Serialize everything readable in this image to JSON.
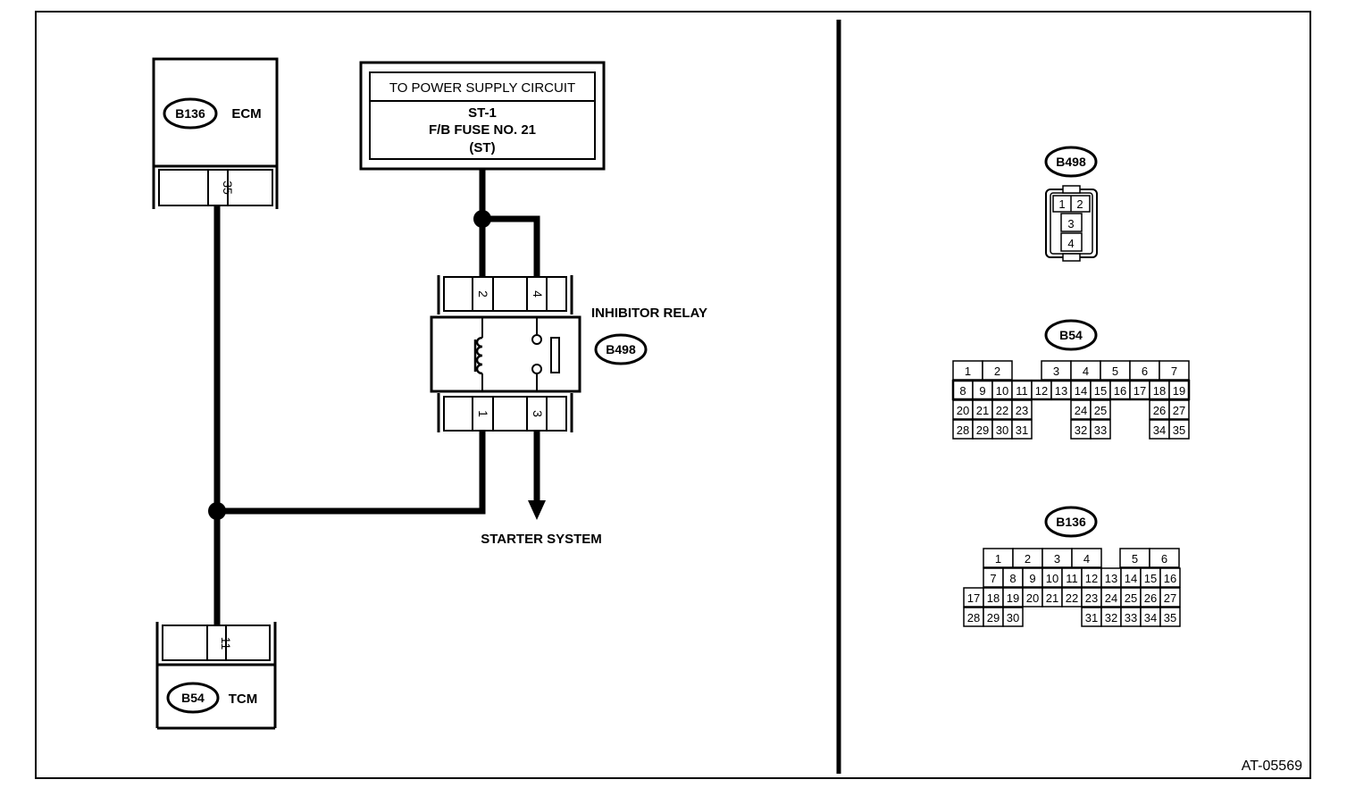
{
  "figure_id": "AT-05569",
  "ecm": {
    "connector": "B136",
    "name": "ECM",
    "pin": "35"
  },
  "tcm": {
    "connector": "B54",
    "name": "TCM",
    "pin": "11"
  },
  "power_supply": {
    "title": "TO POWER SUPPLY CIRCUIT",
    "line1": "ST-1",
    "line2": "F/B FUSE NO. 21",
    "line3": "(ST)"
  },
  "relay": {
    "name": "INHIBITOR RELAY",
    "connector": "B498",
    "pins_top": [
      "2",
      "4"
    ],
    "pins_bottom": [
      "1",
      "3"
    ]
  },
  "starter_label": "STARTER SYSTEM",
  "connector_views": {
    "b498": {
      "label": "B498",
      "pins": [
        "1",
        "2",
        "3",
        "4"
      ]
    },
    "b54": {
      "label": "B54",
      "row1": [
        "1",
        "2",
        "",
        "3",
        "4",
        "5",
        "6",
        "7"
      ],
      "row2": [
        "8",
        "9",
        "10",
        "11",
        "12",
        "13",
        "14",
        "15",
        "16",
        "17",
        "18",
        "19"
      ],
      "row3": [
        "20",
        "21",
        "22",
        "23",
        "24",
        "25",
        "26",
        "27"
      ],
      "row4": [
        "28",
        "29",
        "30",
        "31",
        "32",
        "33",
        "34",
        "35"
      ]
    },
    "b136": {
      "label": "B136",
      "row1": [
        "1",
        "2",
        "3",
        "4",
        "5",
        "6"
      ],
      "row2": [
        "7",
        "8",
        "9",
        "10",
        "11",
        "12",
        "13",
        "14",
        "15",
        "16"
      ],
      "row3": [
        "17",
        "18",
        "19",
        "20",
        "21",
        "22",
        "23",
        "24",
        "25",
        "26",
        "27"
      ],
      "row4": [
        "28",
        "29",
        "30",
        "31",
        "32",
        "33",
        "34",
        "35"
      ]
    }
  }
}
